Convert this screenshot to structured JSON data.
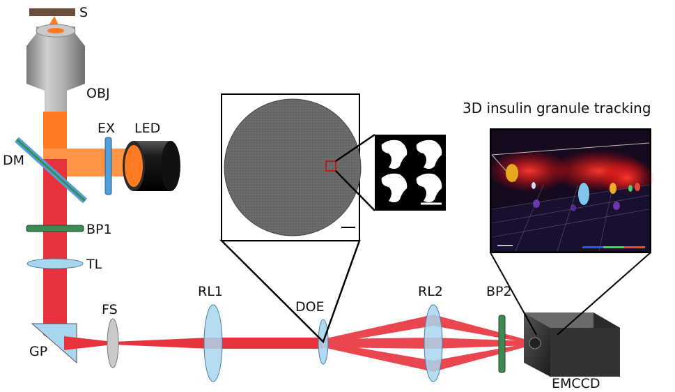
{
  "labels": {
    "sample": "S",
    "objective": "OBJ",
    "excitation_filter": "EX",
    "led": "LED",
    "dichroic_mirror": "DM",
    "bandpass1": "BP1",
    "tube_lens": "TL",
    "prism": "GP",
    "field_stop": "FS",
    "relay_lens1": "RL1",
    "doe": "DOE",
    "relay_lens2": "RL2",
    "bandpass2": "BP2",
    "camera": "EMCCD"
  },
  "tracking_title": "3D insulin granule tracking",
  "colors": {
    "excitation": "#ff7a22",
    "emission": "#e8323c",
    "lens_fill": "#a9d6ef",
    "filter_green": "#3f8a53",
    "filter_blue": "#4f9fd9",
    "doe_gray": "#6a6a6a"
  }
}
